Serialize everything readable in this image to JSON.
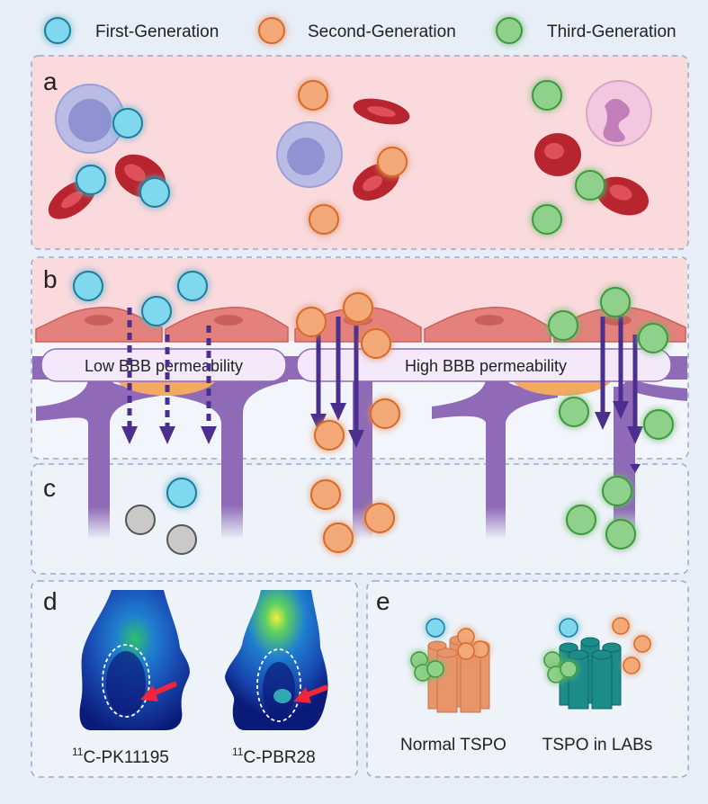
{
  "legend": {
    "first": "First-Generation",
    "second": "Second-Generation",
    "third": "Third-Generation"
  },
  "panels": {
    "a": "a",
    "b": "b",
    "c": "c",
    "d": "d",
    "e": "e"
  },
  "bbb": {
    "low": "Low BBB permeability",
    "high": "High BBB permeability"
  },
  "pet": {
    "left": "C-PK11195",
    "right": "C-PBR28",
    "isotope": "11"
  },
  "tspo": {
    "normal": "Normal TSPO",
    "labs": "TSPO in LABs"
  },
  "colors": {
    "first": "#7fd8ee",
    "second": "#f3a878",
    "third": "#8fd08a",
    "rbc": "#b8252f",
    "vessel": "#8f6bb7",
    "arrow": "#4b2f8f",
    "endothelial": "#e5817c",
    "tspoNormal": "#e9956a",
    "tspoLabs": "#1c8c8a"
  }
}
